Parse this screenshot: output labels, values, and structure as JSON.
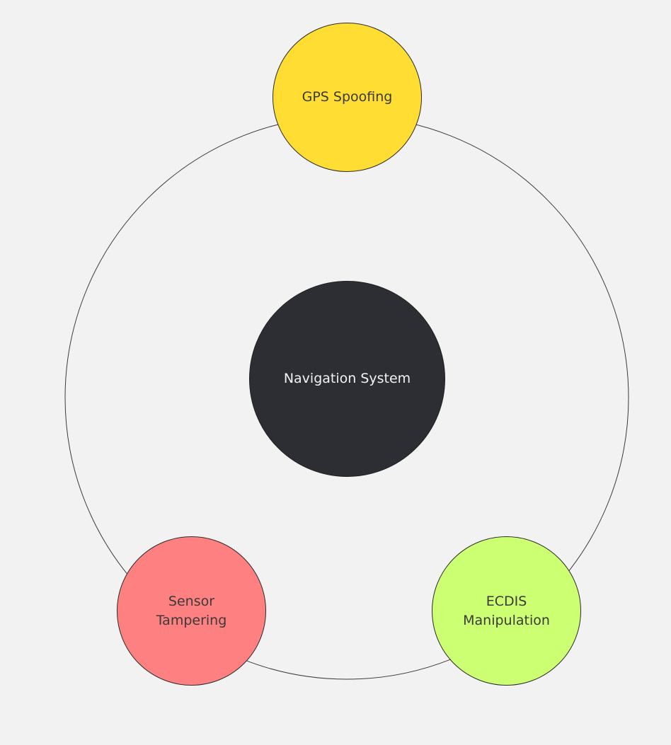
{
  "diagram": {
    "center": {
      "label": "Navigation System",
      "color": "#2d2e33"
    },
    "nodes": [
      {
        "id": "gps-spoofing",
        "label": "GPS Spoofing",
        "color": "#ffdd33"
      },
      {
        "id": "sensor-tampering",
        "label": "Sensor\nTampering",
        "color": "#ff8080"
      },
      {
        "id": "ecdis-manipulation",
        "label": "ECDIS\nManipulation",
        "color": "#cdff73"
      }
    ],
    "background": "#f2f2f2",
    "ring_color": "#3a3a3a"
  }
}
